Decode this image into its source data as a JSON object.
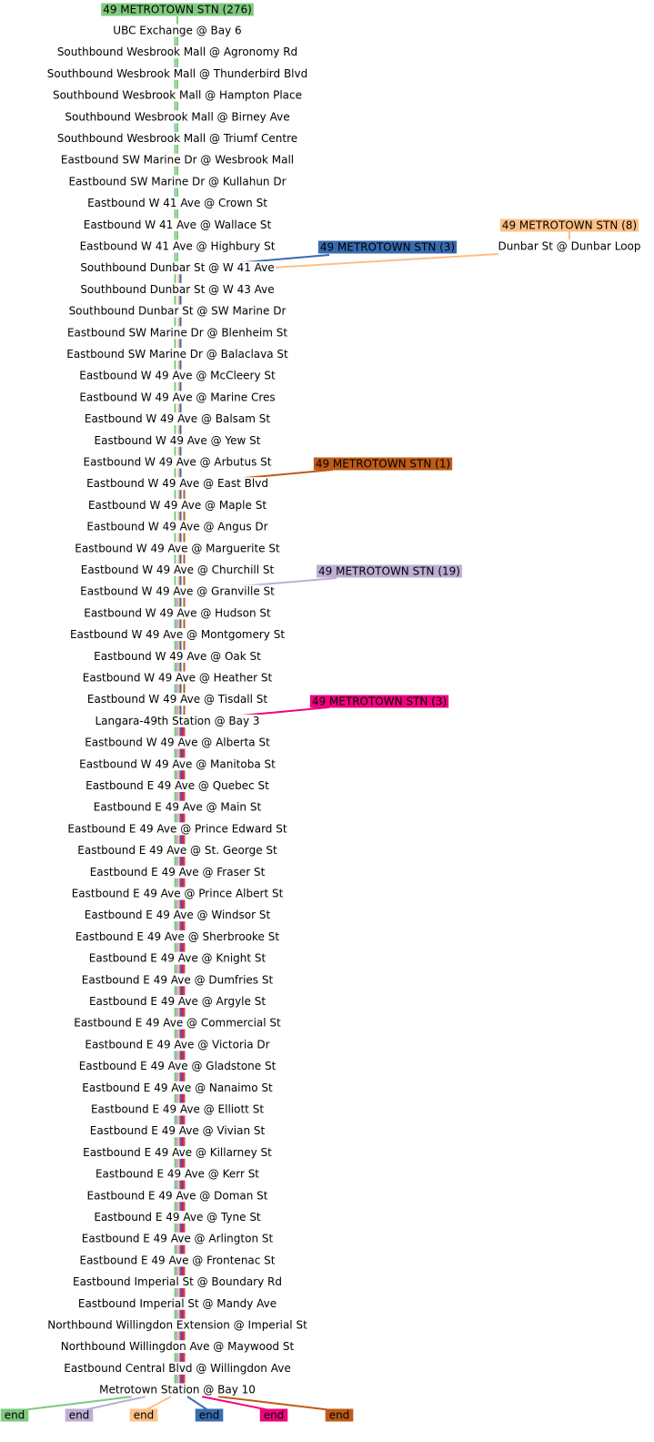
{
  "colors": {
    "green": "#7fc97f",
    "blue": "#386cb0",
    "orange": "#fdc086",
    "brown": "#bf5b17",
    "purple": "#beaed4",
    "pink": "#f0027f"
  },
  "stops": [
    "UBC Exchange @ Bay 6",
    "Southbound Wesbrook Mall @ Agronomy Rd",
    "Southbound Wesbrook Mall @ Thunderbird Blvd",
    "Southbound Wesbrook Mall @ Hampton Place",
    "Southbound Wesbrook Mall @ Birney Ave",
    "Southbound Wesbrook Mall @ Triumf Centre",
    "Eastbound SW Marine Dr @ Wesbrook Mall",
    "Eastbound SW Marine Dr @ Kullahun Dr",
    "Eastbound W 41 Ave @ Crown St",
    "Eastbound W 41 Ave @ Wallace St",
    "Eastbound W 41 Ave @ Highbury St",
    "Southbound Dunbar St @ W 41 Ave",
    "Southbound Dunbar St @ W 43 Ave",
    "Southbound Dunbar St @ SW Marine Dr",
    "Eastbound SW Marine Dr @ Blenheim St",
    "Eastbound SW Marine Dr @ Balaclava St",
    "Eastbound W 49 Ave @ McCleery St",
    "Eastbound W 49 Ave @ Marine Cres",
    "Eastbound W 49 Ave @ Balsam St",
    "Eastbound W 49 Ave @ Yew St",
    "Eastbound W 49 Ave @ Arbutus St",
    "Eastbound W 49 Ave @ East Blvd",
    "Eastbound W 49 Ave @ Maple St",
    "Eastbound W 49 Ave @ Angus Dr",
    "Eastbound W 49 Ave @ Marguerite St",
    "Eastbound W 49 Ave @ Churchill St",
    "Eastbound W 49 Ave @ Granville St",
    "Eastbound W 49 Ave @ Hudson St",
    "Eastbound W 49 Ave @ Montgomery St",
    "Eastbound W 49 Ave @ Oak St",
    "Eastbound W 49 Ave @ Heather St",
    "Eastbound W 49 Ave @ Tisdall St",
    "Langara-49th Station @ Bay 3",
    "Eastbound W 49 Ave @ Alberta St",
    "Eastbound W 49 Ave @ Manitoba St",
    "Eastbound E 49 Ave @ Quebec St",
    "Eastbound E 49 Ave @ Main St",
    "Eastbound E 49 Ave @ Prince Edward St",
    "Eastbound E 49 Ave @ St. George St",
    "Eastbound E 49 Ave @ Fraser St",
    "Eastbound E 49 Ave @ Prince Albert St",
    "Eastbound E 49 Ave @ Windsor St",
    "Eastbound E 49 Ave @ Sherbrooke St",
    "Eastbound E 49 Ave @ Knight St",
    "Eastbound E 49 Ave @ Dumfries St",
    "Eastbound E 49 Ave @ Argyle St",
    "Eastbound E 49 Ave @ Commercial St",
    "Eastbound E 49 Ave @ Victoria Dr",
    "Eastbound E 49 Ave @ Gladstone St",
    "Eastbound E 49 Ave @ Nanaimo St",
    "Eastbound E 49 Ave @ Elliott St",
    "Eastbound E 49 Ave @ Vivian St",
    "Eastbound E 49 Ave @ Killarney St",
    "Eastbound E 49 Ave @ Kerr St",
    "Eastbound E 49 Ave @ Doman St",
    "Eastbound E 49 Ave @ Tyne St",
    "Eastbound E 49 Ave @ Arlington St",
    "Eastbound E 49 Ave @ Frontenac St",
    "Eastbound Imperial St @ Boundary Rd",
    "Eastbound Imperial St @ Mandy Ave",
    "Northbound Willingdon Extension @ Imperial St",
    "Northbound Willingdon Ave @ Maywood St",
    "Eastbound Central Blvd @ Willingdon Ave",
    "Metrotown Station @ Bay 10"
  ],
  "side_stop": "Dunbar St @ Dunbar Loop",
  "routes": [
    {
      "label": "49 METROTOWN STN (276)",
      "color": "green",
      "origin": "UBC Exchange @ Bay 6"
    },
    {
      "label": "49 METROTOWN STN (8)",
      "color": "orange",
      "origin": "Dunbar St @ Dunbar Loop"
    },
    {
      "label": "49 METROTOWN STN (3)",
      "color": "blue",
      "origin": "Southbound Dunbar St @ W 41 Ave"
    },
    {
      "label": "49 METROTOWN STN (1)",
      "color": "brown",
      "origin": "Eastbound W 49 Ave @ East Blvd"
    },
    {
      "label": "49 METROTOWN STN (19)",
      "color": "purple",
      "origin": "Eastbound W 49 Ave @ Granville St"
    },
    {
      "label": "49 METROTOWN STN (3)",
      "color": "pink",
      "origin": "Langara-49th Station @ Bay 3"
    }
  ],
  "end_label": "end",
  "ends": [
    {
      "color": "green"
    },
    {
      "color": "purple"
    },
    {
      "color": "orange"
    },
    {
      "color": "blue"
    },
    {
      "color": "pink"
    },
    {
      "color": "brown"
    }
  ]
}
